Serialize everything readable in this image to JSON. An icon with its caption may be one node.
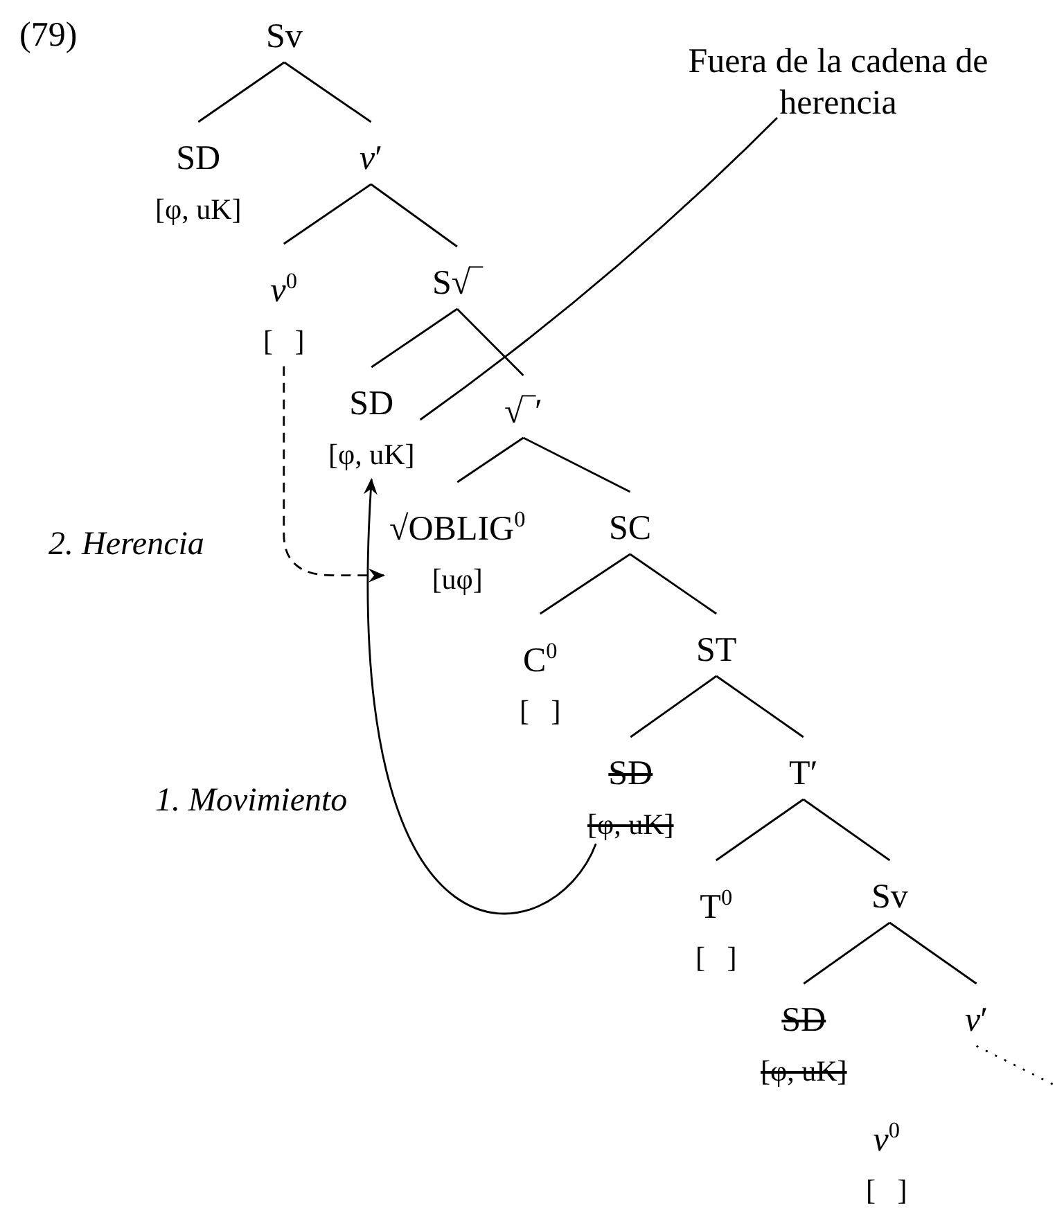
{
  "diagram": {
    "nodes": [
      {
        "text": [
          "Sv"
        ]
      },
      {
        "text": [
          "SD",
          "[φ, uK]"
        ]
      },
      {
        "text": [
          "*v*′"
        ]
      },
      {
        "text": [
          "*v*$^{0}$",
          "[   ]"
        ]
      },
      {
        "text": [
          "S√‾"
        ]
      },
      {
        "text": [
          "SD",
          "[φ, uK]"
        ]
      },
      {
        "text": [
          "√‾′"
        ]
      },
      {
        "text": [
          "√OBLIG$^{0}$",
          "[uφ]"
        ]
      },
      {
        "text": [
          "SC"
        ]
      },
      {
        "text": [
          "C$^{0}$",
          "[   ]"
        ]
      },
      {
        "text": [
          "ST"
        ]
      },
      {
        "text": [
          "SD",
          "[φ, uK]"
        ]
      },
      {
        "text": [
          "T′"
        ]
      },
      {
        "text": [
          "T$^{0}$",
          "[   ]"
        ]
      },
      {
        "text": [
          "Sv"
        ]
      },
      {
        "text": [
          "SD",
          "[φ, uK]"
        ]
      },
      {
        "text": [
          "*v*′"
        ]
      },
      {
        "text": [
          "*v*$^{0}$",
          "[   ]"
        ]
      },
      {
        "text": [
          "Fuera de la cadena de herencia"
        ]
      }
    ],
    "edges": [
      {
        "from": 0,
        "to": 1,
        "arrow": "none"
      },
      {
        "from": 0,
        "to": 2,
        "arrow": "none"
      },
      {
        "from": 2,
        "to": 3,
        "arrow": "none"
      },
      {
        "from": 2,
        "to": 4,
        "arrow": "none"
      },
      {
        "from": 4,
        "to": 5,
        "arrow": "none"
      },
      {
        "from": 4,
        "to": 6,
        "arrow": "none"
      },
      {
        "from": 6,
        "to": 7,
        "arrow": "none"
      },
      {
        "from": 6,
        "to": 8,
        "arrow": "none"
      },
      {
        "from": 8,
        "to": 9,
        "arrow": "none"
      },
      {
        "from": 8,
        "to": 10,
        "arrow": "none"
      },
      {
        "from": 10,
        "to": 11,
        "arrow": "none"
      },
      {
        "from": 10,
        "to": 12,
        "arrow": "none"
      },
      {
        "from": 12,
        "to": 13,
        "arrow": "none"
      },
      {
        "from": 12,
        "to": 14,
        "arrow": "none"
      },
      {
        "from": 14,
        "to": 15,
        "arrow": "none"
      },
      {
        "from": 14,
        "to": 16,
        "arrow": "none"
      },
      {
        "from": 16,
        "to": null,
        "arrow": "none",
        "style": "dashed"
      },
      {
        "from": 11,
        "to": 5,
        "arrow": "to",
        "label": "1. Movimiento"
      },
      {
        "from": 3,
        "to": 7,
        "arrow": "to",
        "label": "2. Herencia",
        "style": "dashed"
      },
      {
        "from": 18,
        "to": 5,
        "arrow": "none"
      }
    ],
    "labels": [
      "(79)"
    ]
  }
}
